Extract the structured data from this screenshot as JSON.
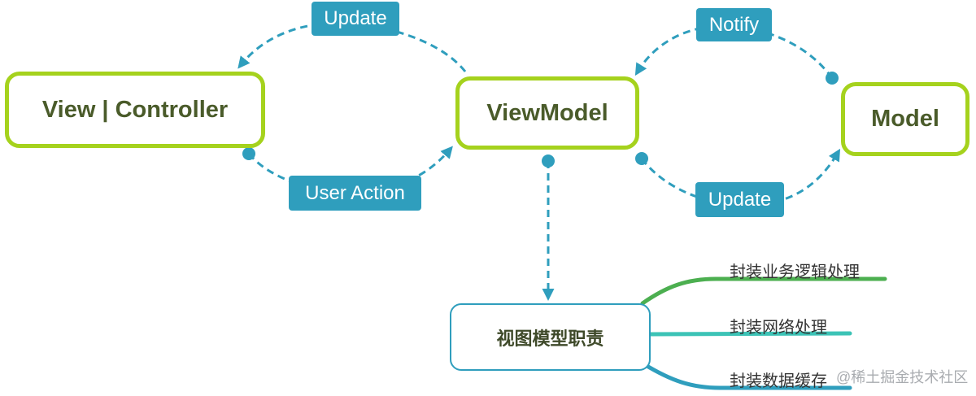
{
  "nodes": {
    "view_controller": "View | Controller",
    "viewmodel": "ViewModel",
    "model": "Model"
  },
  "tags": {
    "update_left": "Update",
    "user_action": "User Action",
    "notify": "Notify",
    "update_right": "Update"
  },
  "responsibilities": {
    "title": "视图模型职责",
    "branches": [
      "封装业务逻辑处理",
      "封装网络处理",
      "封装数据缓存"
    ]
  },
  "watermark": "@稀土掘金技术社区",
  "colors": {
    "node_border": "#a5d21d",
    "tag_fill": "#2f9ebd",
    "arrow": "#2f9ebd",
    "branch_1": "#4caf50",
    "branch_2": "#3cc3b6",
    "branch_3": "#2f9ebd"
  }
}
